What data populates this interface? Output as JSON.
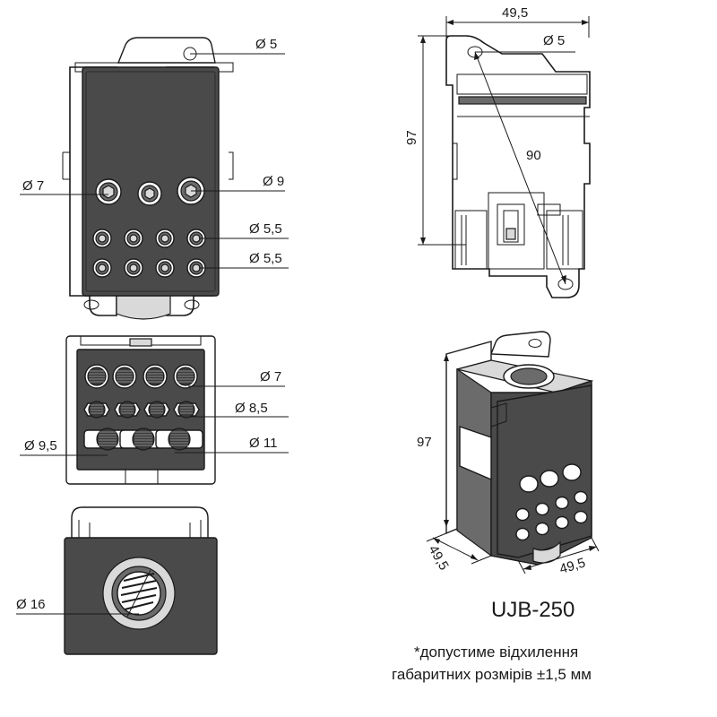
{
  "front_view": {
    "hole_top": "Ø 5",
    "hole_left": "Ø 7",
    "hole_right": "Ø 9",
    "row1": "Ø 5,5",
    "row2": "Ø 5,5"
  },
  "top_view": {
    "d1": "Ø 7",
    "d2": "Ø 8,5",
    "d3": "Ø 9,5",
    "d4": "Ø 11"
  },
  "bottom_view": {
    "d1": "Ø 16"
  },
  "side_view": {
    "width": "49,5",
    "hole": "Ø 5",
    "height": "97",
    "diagonal": "90"
  },
  "iso_view": {
    "height": "97",
    "depth": "49,5",
    "width": "49,5"
  },
  "model": "UJB-250",
  "note_line1": "*допустиме відхилення",
  "note_line2": "габаритних розмірів ±1,5 мм"
}
